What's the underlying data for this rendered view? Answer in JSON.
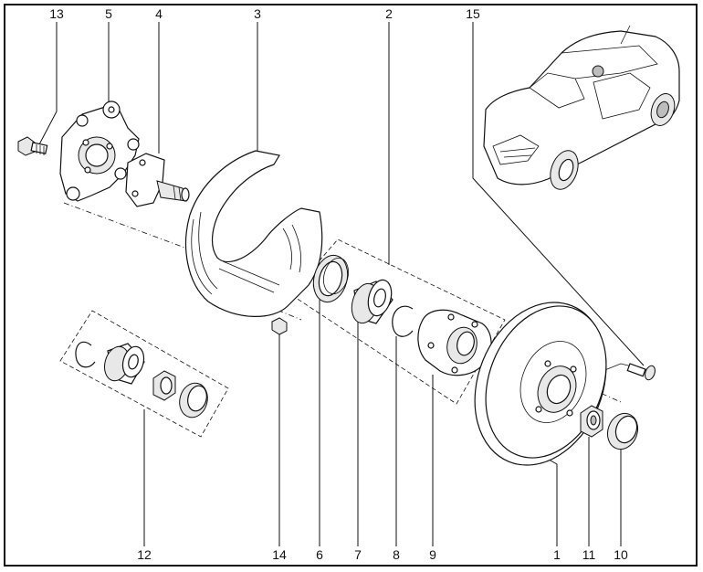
{
  "callouts": {
    "top": [
      {
        "id": "c13",
        "label": "13"
      },
      {
        "id": "c5",
        "label": "5"
      },
      {
        "id": "c4",
        "label": "4"
      },
      {
        "id": "c3",
        "label": "3"
      },
      {
        "id": "c2",
        "label": "2"
      },
      {
        "id": "c15",
        "label": "15"
      }
    ],
    "bottom": [
      {
        "id": "c12",
        "label": "12"
      },
      {
        "id": "c14",
        "label": "14"
      },
      {
        "id": "c6",
        "label": "6"
      },
      {
        "id": "c7",
        "label": "7"
      },
      {
        "id": "c8",
        "label": "8"
      },
      {
        "id": "c9",
        "label": "9"
      },
      {
        "id": "c1",
        "label": "1"
      },
      {
        "id": "c11",
        "label": "11"
      },
      {
        "id": "c10",
        "label": "10"
      }
    ]
  }
}
